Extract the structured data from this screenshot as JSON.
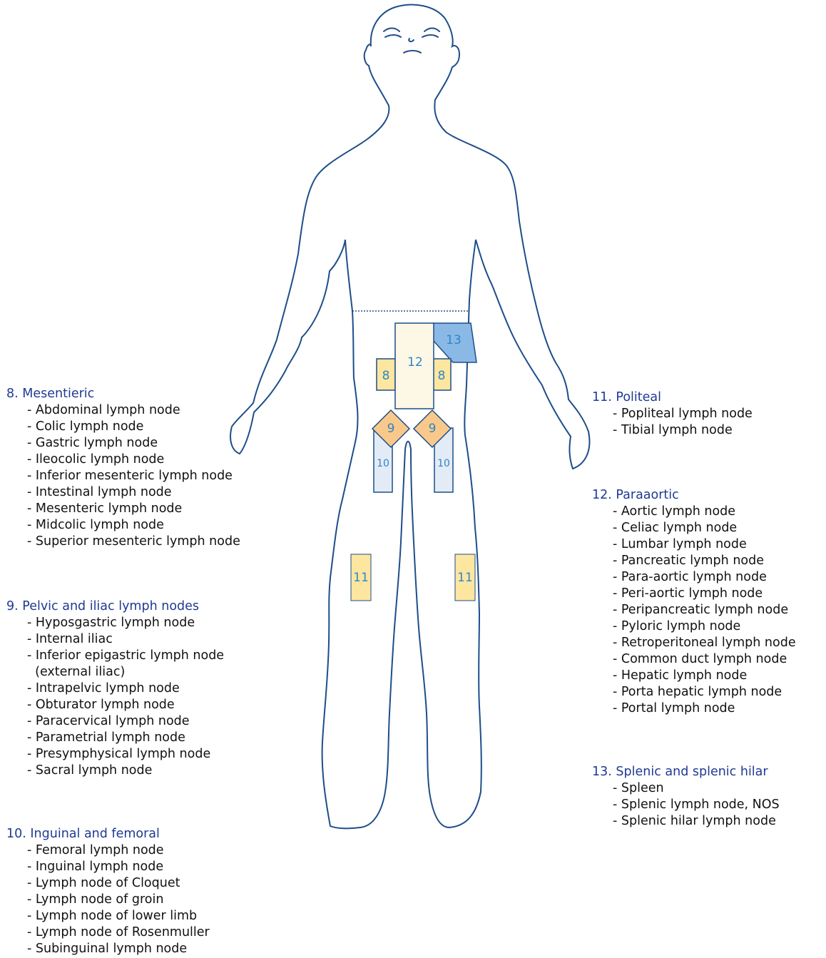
{
  "colors": {
    "outline": "#1d4e89",
    "heading": "#1f3a93",
    "label": "#2f86c8",
    "mesenteric_fill": "#fde6a0",
    "paraaortic_fill": "#fdf8e6",
    "splenic_fill": "#8ab9e6",
    "pelvic_fill": "#f9c98b",
    "inguinal_fill": "#e3ebf6",
    "politeal_fill": "#fde6a0"
  },
  "regions": {
    "r8_left": "8",
    "r8_right": "8",
    "r9_left": "9",
    "r9_right": "9",
    "r10_left": "10",
    "r10_right": "10",
    "r11_left": "11",
    "r11_right": "11",
    "r12": "12",
    "r13": "13"
  },
  "groups": [
    {
      "title": "8. Mesentieric",
      "items": [
        "- Abdominal lymph node",
        "- Colic lymph node",
        "- Gastric lymph node",
        "- Ileocolic lymph node",
        "- Inferior mesenteric lymph node",
        "- Intestinal lymph node",
        "- Mesenteric lymph node",
        "- Midcolic lymph node",
        "- Superior mesenteric lymph node"
      ]
    },
    {
      "title": "9. Pelvic and iliac lymph nodes",
      "items": [
        "- Hyposgastric lymph node",
        "- Internal iliac",
        "- Inferior epigastric lymph node",
        "  (external iliac)",
        "- Intrapelvic lymph node",
        "- Obturator lymph node",
        "- Paracervical lymph node",
        "- Parametrial lymph node",
        "- Presymphysical lymph node",
        "- Sacral lymph node"
      ]
    },
    {
      "title": "10. Inguinal and femoral",
      "items": [
        "- Femoral lymph node",
        "- Inguinal lymph node",
        "- Lymph node of Cloquet",
        "- Lymph node of groin",
        "- Lymph node of lower limb",
        "- Lymph node of Rosenmuller",
        "- Subinguinal lymph node"
      ]
    },
    {
      "title": "11. Politeal",
      "items": [
        "- Popliteal lymph node",
        "- Tibial lymph node"
      ]
    },
    {
      "title": "12. Paraaortic",
      "items": [
        "- Aortic lymph node",
        "- Celiac lymph node",
        "- Lumbar lymph node",
        "- Pancreatic lymph node",
        "- Para-aortic lymph node",
        "- Peri-aortic lymph node",
        "- Peripancreatic lymph node",
        "- Pyloric lymph node",
        "- Retroperitoneal lymph node",
        "- Common duct lymph node",
        "- Hepatic lymph node",
        "- Porta hepatic lymph node",
        "- Portal lymph node"
      ]
    },
    {
      "title": "13. Splenic and splenic hilar",
      "items": [
        "- Spleen",
        "- Splenic lymph node, NOS",
        "- Splenic hilar lymph node"
      ]
    }
  ]
}
